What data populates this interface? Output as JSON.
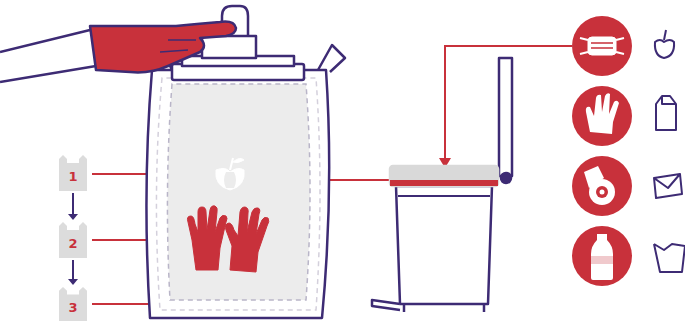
{
  "diagram": {
    "nodes": [
      {
        "text": [
          "1"
        ]
      },
      {
        "text": [
          "2"
        ]
      },
      {
        "text": [
          "3"
        ]
      }
    ],
    "edges": [
      {
        "from": 0,
        "to": 1,
        "arrow": "to"
      },
      {
        "from": 1,
        "to": 2,
        "arrow": "to"
      }
    ]
  }
}
